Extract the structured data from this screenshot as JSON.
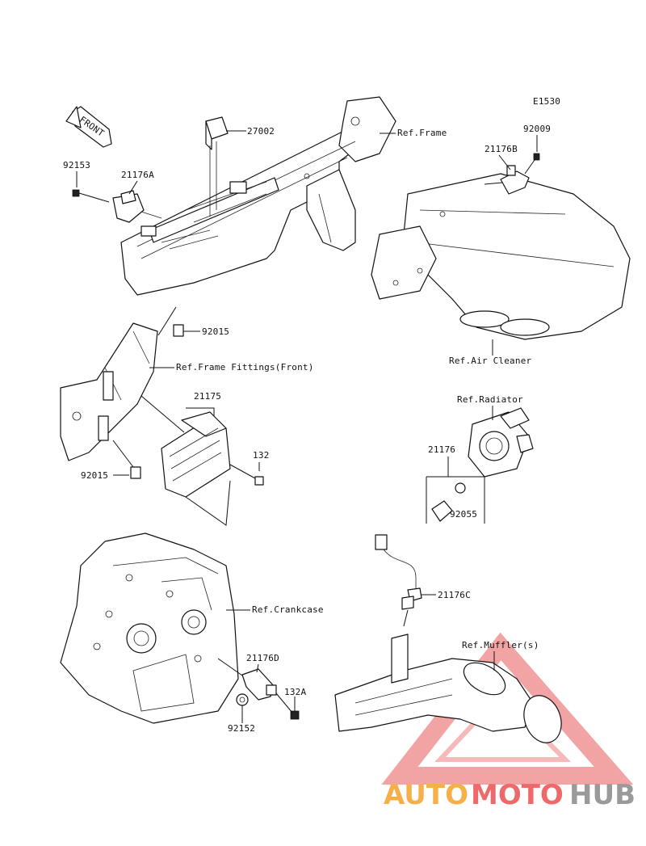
{
  "diagram_code": "E1530",
  "front_badge": "FRONT",
  "labels": {
    "p27002": "27002",
    "ref_frame": "Ref.Frame",
    "p92009": "92009",
    "p21176b": "21176B",
    "p92153": "92153",
    "p21176a": "21176A",
    "p92015_top": "92015",
    "ref_frame_fittings": "Ref.Frame Fittings(Front)",
    "ref_air_cleaner": "Ref.Air Cleaner",
    "p21175": "21175",
    "ref_radiator": "Ref.Radiator",
    "p21176": "21176",
    "p132": "132",
    "p92015_bottom": "92015",
    "p92055": "92055",
    "ref_crankcase": "Ref.Crankcase",
    "p21176c": "21176C",
    "p21176d": "21176D",
    "ref_muffler": "Ref.Muffler(s)",
    "p132a": "132A",
    "p92152": "92152"
  },
  "watermark": {
    "part1": "AUTO",
    "part2": "MOTO",
    "part3": "HUB",
    "color_auto": "#f5b04a",
    "color_moto": "#ee6a6a",
    "color_hub": "#9a9a9a"
  }
}
